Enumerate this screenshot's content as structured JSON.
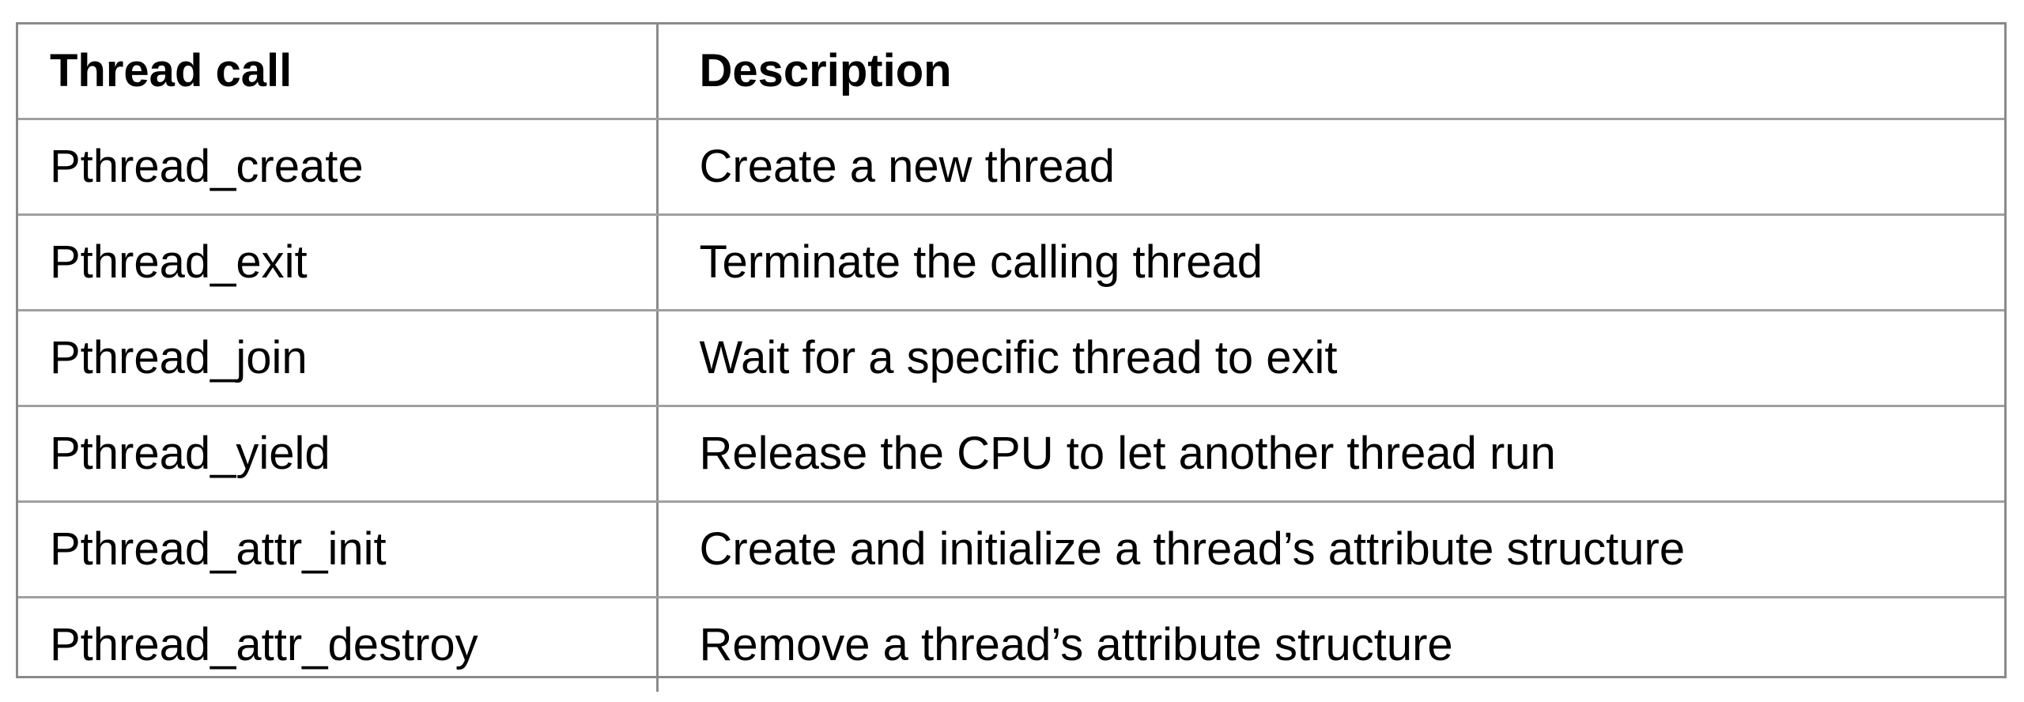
{
  "table": {
    "headers": {
      "call": "Thread call",
      "description": "Description"
    },
    "rows": [
      {
        "call": "Pthread_create",
        "description": "Create a new thread"
      },
      {
        "call": "Pthread_exit",
        "description": "Terminate the calling thread"
      },
      {
        "call": "Pthread_join",
        "description": "Wait for a specific thread to exit"
      },
      {
        "call": "Pthread_yield",
        "description": "Release the CPU to let another thread run"
      },
      {
        "call": "Pthread_attr_init",
        "description": "Create and initialize a thread’s attribute structure"
      },
      {
        "call": "Pthread_attr_destroy",
        "description": "Remove a thread’s attribute structure"
      }
    ]
  }
}
